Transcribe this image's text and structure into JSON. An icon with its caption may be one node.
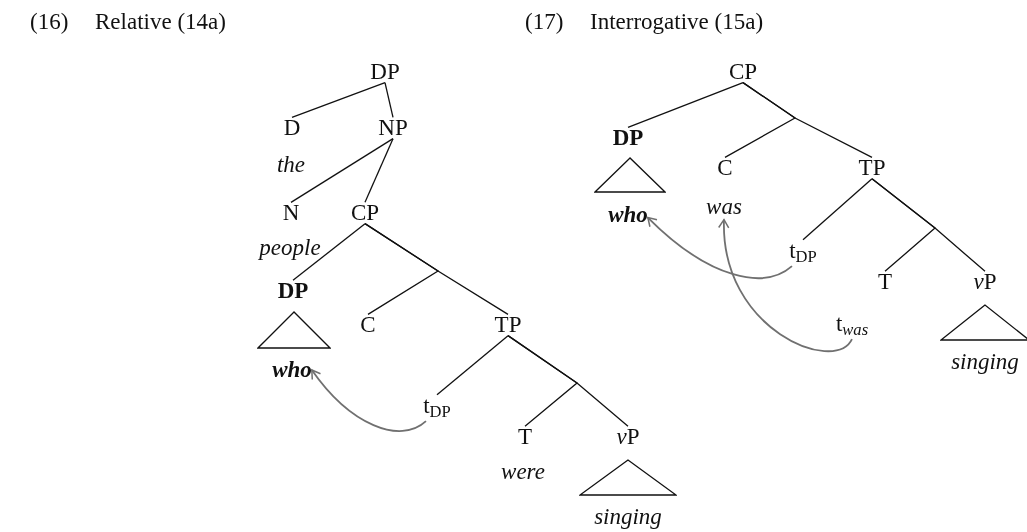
{
  "diagram": {
    "nodes": [
      {
        "text": [
          "DP"
        ]
      },
      {
        "text": [
          "D",
          "the"
        ]
      },
      {
        "text": [
          "NP"
        ]
      },
      {
        "text": [
          "N",
          "people"
        ]
      },
      {
        "text": [
          "CP"
        ]
      },
      {
        "text": [
          "DP"
        ]
      },
      {
        "text": [
          "who"
        ]
      },
      {
        "text": [
          "C"
        ]
      },
      {
        "text": [
          "TP"
        ]
      },
      {
        "text": [
          "t$_{DP}$"
        ]
      },
      {
        "text": [
          "T",
          "were"
        ]
      },
      {
        "text": [
          "vP"
        ]
      },
      {
        "text": [
          "singing"
        ]
      },
      {
        "text": [
          "CP"
        ]
      },
      {
        "text": [
          "DP"
        ]
      },
      {
        "text": [
          "who"
        ]
      },
      {
        "text": [
          "C",
          "was"
        ]
      },
      {
        "text": [
          "TP"
        ]
      },
      {
        "text": [
          "t$_{DP}$"
        ]
      },
      {
        "text": [
          "T",
          "t$_{was}$"
        ]
      },
      {
        "text": [
          "vP"
        ]
      },
      {
        "text": [
          "singing"
        ]
      }
    ],
    "edges": [
      {
        "from": 0,
        "to": 1,
        "arrow": "none"
      },
      {
        "from": 0,
        "to": 2,
        "arrow": "none"
      },
      {
        "from": 2,
        "to": 3,
        "arrow": "none"
      },
      {
        "from": 2,
        "to": 4,
        "arrow": "none"
      },
      {
        "from": 4,
        "to": 5,
        "arrow": "none"
      },
      {
        "from": 4,
        "to": 7,
        "arrow": "none"
      },
      {
        "from": 4,
        "to": 8,
        "arrow": "none"
      },
      {
        "from": 8,
        "to": 9,
        "arrow": "none"
      },
      {
        "from": 8,
        "to": 10,
        "arrow": "none"
      },
      {
        "from": 8,
        "to": 11,
        "arrow": "none"
      },
      {
        "from": 9,
        "to": 6,
        "arrow": "to",
        "color": "#707070"
      },
      {
        "from": 13,
        "to": 14,
        "arrow": "none"
      },
      {
        "from": 13,
        "to": 16,
        "arrow": "none"
      },
      {
        "from": 13,
        "to": 17,
        "arrow": "none"
      },
      {
        "from": 17,
        "to": 18,
        "arrow": "none"
      },
      {
        "from": 17,
        "to": 19,
        "arrow": "none"
      },
      {
        "from": 17,
        "to": 20,
        "arrow": "none"
      },
      {
        "from": 18,
        "to": 15,
        "arrow": "to",
        "color": "#707070"
      },
      {
        "from": 19,
        "to": 16,
        "arrow": "to",
        "color": "#707070"
      }
    ],
    "labels": [
      "(16)",
      "Relative (14a)",
      "(17)",
      "Interrogative (15a)"
    ]
  }
}
